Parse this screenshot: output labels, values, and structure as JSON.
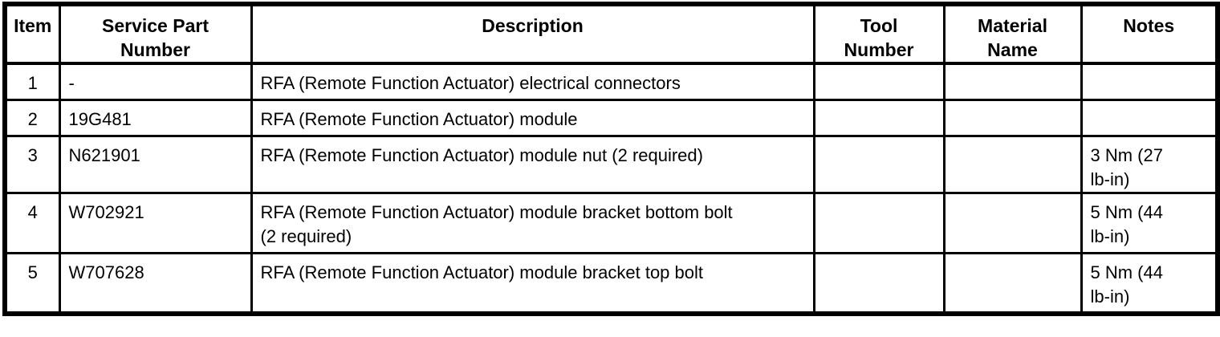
{
  "table": {
    "columns": [
      {
        "label": "Item"
      },
      {
        "label": "Service Part\nNumber"
      },
      {
        "label": "Description"
      },
      {
        "label": "Tool\nNumber"
      },
      {
        "label": "Material\nName"
      },
      {
        "label": "Notes"
      }
    ],
    "rows": [
      {
        "item": "1",
        "service_part_number": "-",
        "description": "RFA (Remote Function Actuator) electrical connectors",
        "tool_number": "",
        "material_name": "",
        "notes": ""
      },
      {
        "item": "2",
        "service_part_number": "19G481",
        "description": "RFA (Remote Function Actuator) module",
        "tool_number": "",
        "material_name": "",
        "notes": ""
      },
      {
        "item": "3",
        "service_part_number": "N621901",
        "description": "RFA (Remote Function Actuator) module nut (2 required)",
        "tool_number": "",
        "material_name": "",
        "notes": "3 Nm (27\nlb-in)"
      },
      {
        "item": "4",
        "service_part_number": "W702921",
        "description": "RFA (Remote Function Actuator) module bracket bottom bolt\n(2 required)",
        "tool_number": "",
        "material_name": "",
        "notes": "5 Nm (44\nlb-in)"
      },
      {
        "item": "5",
        "service_part_number": "W707628",
        "description": "RFA (Remote Function Actuator) module bracket top bolt",
        "tool_number": "",
        "material_name": "",
        "notes": "5 Nm (44\nlb-in)"
      }
    ],
    "colors": {
      "border": "#000000",
      "text": "#000000",
      "background": "#ffffff"
    }
  }
}
